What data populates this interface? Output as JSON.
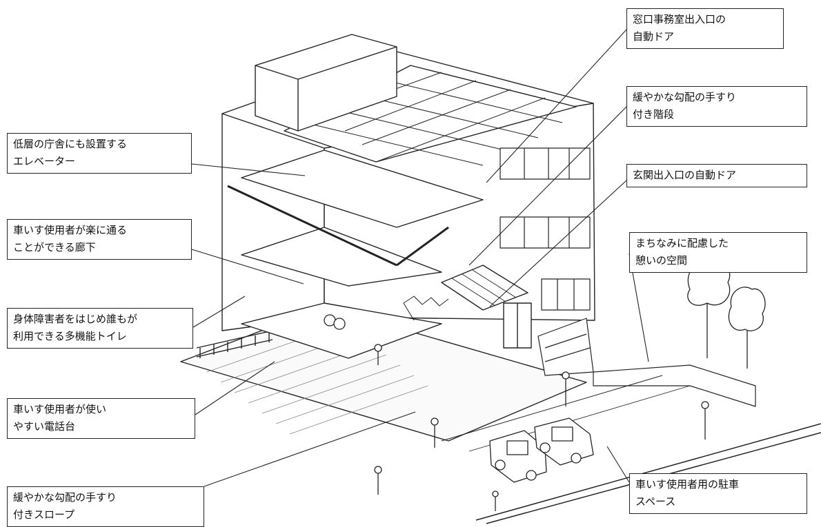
{
  "diagram": {
    "callouts": [
      {
        "id": "elevator",
        "lines": [
          "低層の庁舎にも設置する",
          "エレベーター"
        ]
      },
      {
        "id": "corridor",
        "lines": [
          "車いす使用者が楽に通る",
          "ことができる廊下"
        ]
      },
      {
        "id": "toilet",
        "lines": [
          "身体障害者をはじめ誰もが",
          "利用できる多機能トイレ"
        ]
      },
      {
        "id": "phone",
        "lines": [
          "車いす使用者が使い",
          "やすい電話台"
        ]
      },
      {
        "id": "slope",
        "lines": [
          "緩やかな勾配の手すり",
          "付きスロープ"
        ]
      },
      {
        "id": "window-door",
        "lines": [
          "窓口事務室出入口の",
          "自動ドア"
        ]
      },
      {
        "id": "stairs",
        "lines": [
          "緩やかな勾配の手すり",
          "付き階段"
        ]
      },
      {
        "id": "entrance-door",
        "lines": [
          "玄関出入口の自動ドア"
        ]
      },
      {
        "id": "rest-space",
        "lines": [
          "まちなみに配慮した",
          "憩いの空間"
        ]
      },
      {
        "id": "parking",
        "lines": [
          "車いす使用者用の駐車",
          "スペース"
        ]
      }
    ]
  }
}
